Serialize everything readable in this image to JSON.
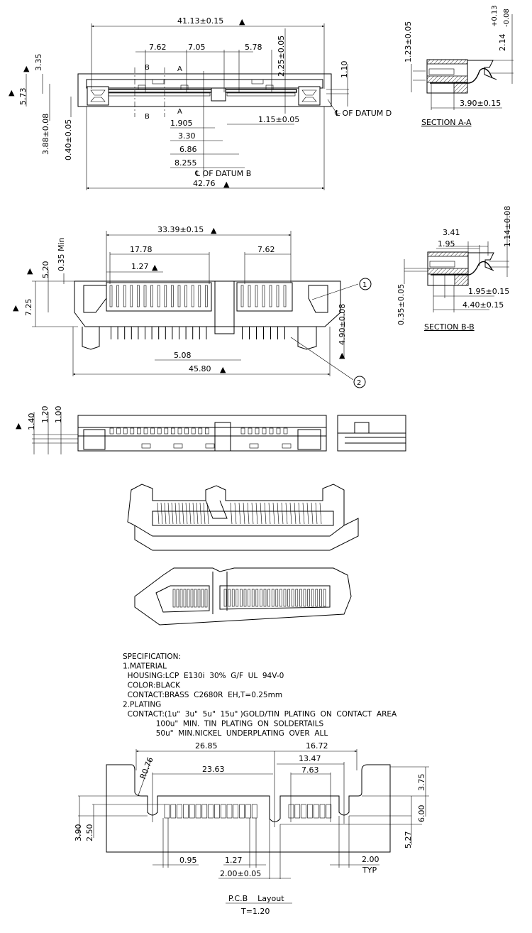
{
  "top_view": {
    "overall_width": "41.13±0.15",
    "pitch_a": "7.62",
    "pitch_b": "7.05",
    "pitch_c": "5.78",
    "height_225": "2.25±0.05",
    "height_335": "3.35",
    "height_573": "5.73",
    "height_388": "3.88±0.08",
    "height_040": "0.40±0.05",
    "height_110": "1.10",
    "dim_1905": "1.905",
    "dim_115": "1.15±0.05",
    "dim_330": "3.30",
    "dim_686": "6.86",
    "dim_8255": "8.255",
    "datum_b": "℄ OF DATUM B",
    "datum_d": "℄ OF DATUM D",
    "overall_length": "42.76",
    "cut_a": "A",
    "cut_b": "B",
    "critical_mark": "▲"
  },
  "section_a": {
    "title": "SECTION A-A",
    "dim_123": "1.23±0.05",
    "dim_214": "2.14",
    "tol_plus": "+0.13",
    "tol_minus": "-0.08",
    "dim_390": "3.90±0.15"
  },
  "front_view": {
    "pin_span": "33.39±0.15",
    "span_1778": "17.78",
    "span_762": "7.62",
    "pitch_127": "1.27",
    "height_520": "5.20",
    "min_035": "0.35 Min",
    "height_725": "7.25",
    "dim_508": "5.08",
    "overall_width": "45.80",
    "height_490": "4.90±0.08",
    "callout_1": "1",
    "callout_2": "2"
  },
  "section_b": {
    "title": "SECTION B-B",
    "dim_341": "3.41",
    "dim_195": "1.95",
    "dim_114": "1.14±0.08",
    "dim_035": "0.35±0.05",
    "dim_195b": "1.95±0.15",
    "dim_440": "4.40±0.15"
  },
  "side_view": {
    "dim_140": "1.40",
    "dim_120": "1.20",
    "dim_100": "1.00"
  },
  "specification": {
    "lines": [
      "SPECIFICATION:",
      "1.MATERIAL",
      "  HOUSING:LCP  E130i  30%  G/F  UL  94V-0",
      "  COLOR:BLACK",
      "  CONTACT:BRASS  C2680R  EH,T=0.25mm",
      "2.PLATING",
      "  CONTACT:(1u\"  3u\"  5u\"  15u\" )GOLD/TIN  PLATING  ON  CONTACT  AREA",
      "              100u\"  MIN.  TIN  PLATING  ON  SOLDERTAILS",
      "              50u\"  MIN.NICKEL  UNDERPLATING  OVER  ALL"
    ]
  },
  "pcb_layout": {
    "dim_2685": "26.85",
    "dim_1672": "16.72",
    "dim_1347": "13.47",
    "dim_2363": "23.63",
    "dim_763": "7.63",
    "radius": "R0.76",
    "dim_375": "3.75",
    "dim_600": "6.00",
    "dim_390": "3.90",
    "dim_250": "2.50",
    "dim_527": "5.27",
    "dim_095": "0.95",
    "dim_127": "1.27",
    "dim_200": "2.00±0.05",
    "dim_200typ": "2.00",
    "typ": "TYP",
    "title": "P.C.B    Layout",
    "thickness": "T=1.20",
    "left_pad_count": 15,
    "right_pad_count": 7
  }
}
